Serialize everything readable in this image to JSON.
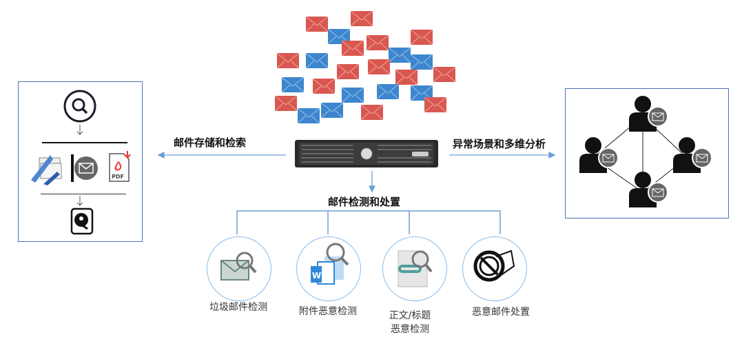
{
  "labels": {
    "storage": "邮件存储和检索",
    "analysis": "异常场景和多维分析",
    "detection": "邮件检测和处置"
  },
  "modules": [
    {
      "label": "垃圾邮件检测",
      "icon": "envelope-magnifier-icon"
    },
    {
      "label": "附件恶意检测",
      "icon": "word-document-magnifier-icon"
    },
    {
      "label": "正文/标题",
      "label2": "恶意检测",
      "icon": "link-document-magnifier-icon"
    },
    {
      "label": "恶意邮件处置",
      "icon": "blocked-bug-shield-icon"
    }
  ],
  "storage_box": {
    "pdf_text": "PDF"
  },
  "colors": {
    "red_envelope": "#d9574f",
    "blue_envelope": "#3d86cf",
    "border": "#4a72b8",
    "line": "#6a9fd6"
  }
}
